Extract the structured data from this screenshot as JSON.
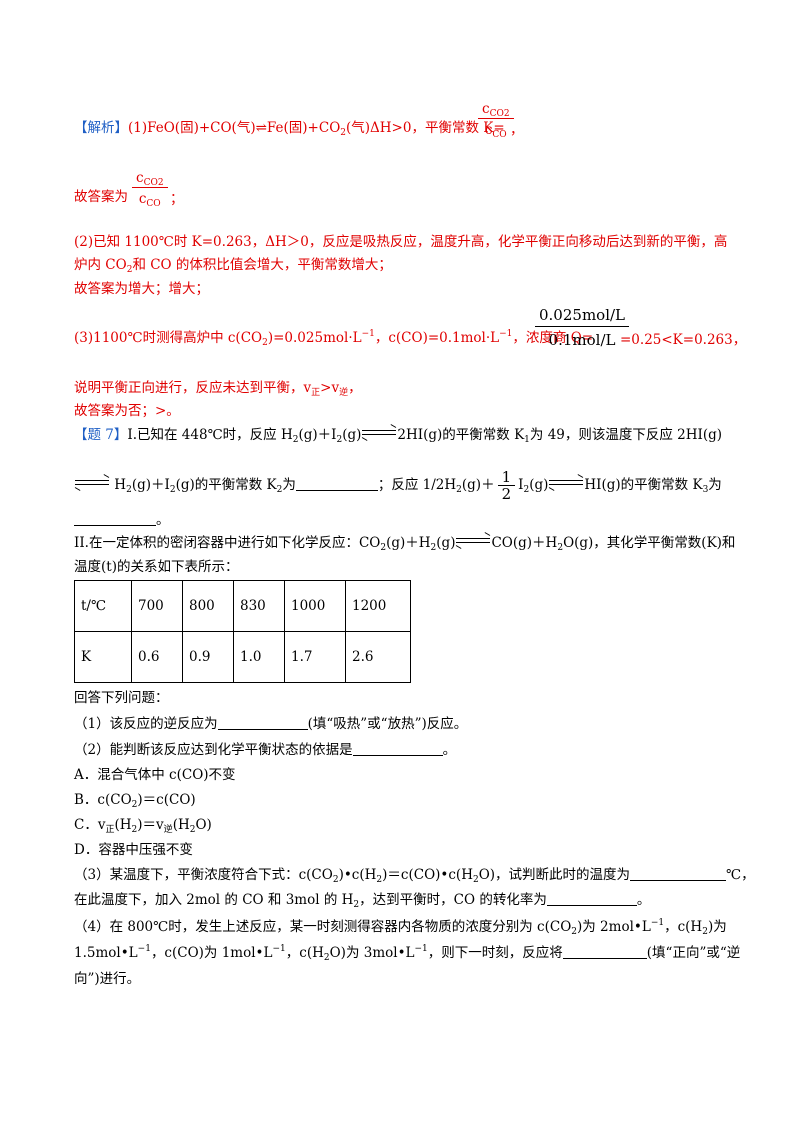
{
  "analysis": {
    "tag": "【解析】",
    "p1_prefix": "(1)FeO(固)+CO(气)⇌Fe(固)+CO",
    "p1_mid": "(气)ΔH>0，平衡常数 K=",
    "p1_frac_num": "c",
    "p1_frac_num_sub": "CO2",
    "p1_frac_den": "c",
    "p1_frac_den_sub": "CO",
    "p1_tail": "，",
    "p1_ans_prefix": "故答案为",
    "p1_ans_tail": "；",
    "p2_line1": "(2)已知 1100℃时 K=0.263，ΔH＞0，反应是吸热反应，温度升高，化学平衡正向移动后达到新的平衡，高",
    "p2_line2_a": "炉内 CO",
    "p2_line2_b": "和 CO 的体积比值会增大，平衡常数增大；",
    "p2_ans": "故答案为增大；增大；",
    "p3_prefix": "(3)1100℃时测得高炉中 c(CO",
    "p3_mid1": ")=0.025mol·L",
    "p3_mid2": "，c(CO)=0.1mol·L",
    "p3_mid3": "，浓度商 Q=",
    "p3_frac_num": "0.025mol/L",
    "p3_frac_den": "0.1mol/L",
    "p3_tail": "=0.25<K=0.263，",
    "p3_explain_a": "说明平衡正向进行，反应未达到平衡，v",
    "p3_explain_sub1": "正",
    "p3_explain_b": ">v",
    "p3_explain_sub2": "逆",
    "p3_explain_c": "，",
    "p3_ans": "故答案为否；>。"
  },
  "question": {
    "tag": "【题 7】",
    "q1_a": "I.已知在 448℃时，反应 H",
    "q1_b": "(g)＋I",
    "q1_c": "(g)",
    "q1_d": "2HI(g)的平衡常数 K",
    "q1_e": "为 49，则该温度下反应 2HI(g)",
    "q2_a": "H",
    "q2_b": "(g)＋I",
    "q2_c": "(g)的平衡常数 K",
    "q2_d": "为",
    "q2_e": "；反应 1/2H",
    "q2_f": "(g)＋",
    "q2_frac_num": "1",
    "q2_frac_den": "2",
    "q2_g": "I",
    "q2_h": "(g)",
    "q2_i": "HI(g)的平衡常数 K",
    "q2_j": "为",
    "q3_end": "。",
    "ii_a": "II.在一定体积的密闭容器中进行如下化学反应：CO",
    "ii_b": "(g)＋H",
    "ii_c": "(g)",
    "ii_d": "CO(g)＋H",
    "ii_e": "O(g)，其化学平衡常数(K)和",
    "ii_line2": "温度(t)的关系如下表所示：",
    "table_header": [
      "t/℃",
      "700",
      "800",
      "830",
      "1000",
      "1200"
    ],
    "table_row": [
      "K",
      "0.6",
      "0.9",
      "1.0",
      "1.7",
      "2.6"
    ],
    "answer_prompt": "回答下列问题：",
    "s1_a": "（1）该反应的逆反应为",
    "s1_b": "(填“吸热”或“放热”)反应。",
    "s2_a": "（2）能判断该反应达到化学平衡状态的依据是",
    "s2_b": "。",
    "optA": "A．混合气体中 c(CO)不变",
    "optB_a": "B．c(CO",
    "optB_b": ")＝c(CO)",
    "optC_a": "C．v",
    "optC_sub1": "正",
    "optC_b": "(H",
    "optC_c": ")＝v",
    "optC_sub2": "逆",
    "optC_d": "(H",
    "optC_e": "O)",
    "optD": "D．容器中压强不变",
    "s3_a": "（3）某温度下，平衡浓度符合下式：c(CO",
    "s3_b": ")•c(H",
    "s3_c": ")＝c(CO)•c(H",
    "s3_d": "O)，试判断此时的温度为",
    "s3_e": "℃，",
    "s3_line2_a": "在此温度下，加入 2mol 的 CO 和 3mol 的 H",
    "s3_line2_b": "，达到平衡时，CO 的转化率为",
    "s3_line2_c": "。",
    "s4_a": "（4）在 800℃时，发生上述反应，某一时刻测得容器内各物质的浓度分别为 c(CO",
    "s4_b": ")为 2mol•L",
    "s4_c": "，c(H",
    "s4_d": ")为",
    "s4_line2_a": "1.5mol•L",
    "s4_line2_b": "，c(CO)为 1mol•L",
    "s4_line2_c": "，c(H",
    "s4_line2_d": "O)为 3mol•L",
    "s4_line2_e": "，则下一时刻，反应将",
    "s4_line2_f": "(填“正向”或“逆",
    "s4_line3": "向”)进行。",
    "sub2": "2",
    "sub1": "1",
    "sub3": "3",
    "sup_neg1": "−1"
  }
}
